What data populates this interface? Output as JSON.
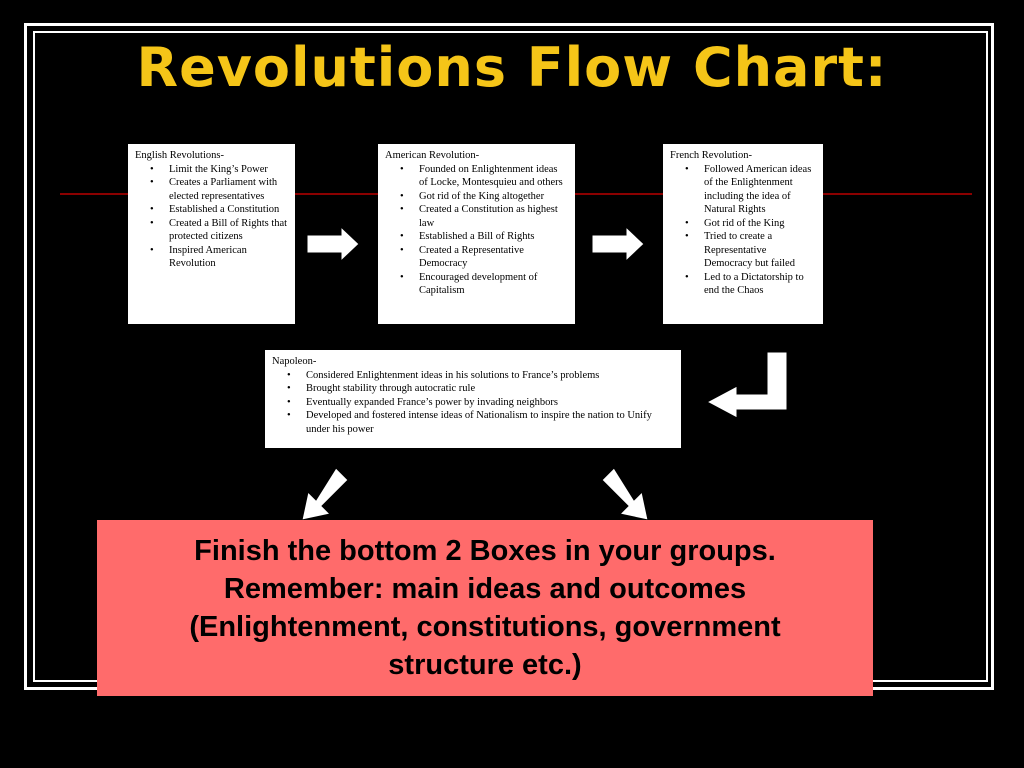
{
  "title": "Revolutions Flow Chart:",
  "boxes": {
    "english": {
      "heading": "English Revolutions-",
      "items": [
        "Limit the King’s Power",
        "Creates a Parliament with elected representatives",
        "Established a Constitution",
        "Created a Bill of Rights that protected citizens",
        "Inspired American Revolution"
      ]
    },
    "american": {
      "heading": "American Revolution-",
      "items": [
        "Founded on Enlightenment ideas of Locke, Montesquieu and others",
        "Got rid of the King altogether",
        "Created a Constitution as highest law",
        "Established a Bill of Rights",
        "Created a Representative Democracy",
        "Encouraged development of Capitalism"
      ]
    },
    "french": {
      "heading": "French Revolution-",
      "items": [
        "Followed American ideas of the Enlightenment including the idea of Natural Rights",
        "Got rid of the King",
        "Tried to create a Representative Democracy but failed",
        "Led to a Dictatorship to end the Chaos"
      ]
    },
    "napoleon": {
      "heading": "Napoleon-",
      "items": [
        "Considered Enlightenment ideas in his solutions to France’s problems",
        "Brought stability through autocratic rule",
        "Eventually expanded France’s power by invading neighbors",
        "Developed and fostered intense ideas of Nationalism to inspire the nation to Unify under his power"
      ]
    }
  },
  "note": {
    "lines": [
      "Finish the bottom 2 Boxes in your groups.",
      "Remember: main ideas and outcomes",
      "(Enlightenment, constitutions, government",
      "structure etc.)"
    ]
  },
  "colors": {
    "background": "#000000",
    "title": "#f5c518",
    "note_fill": "#ff6b6b",
    "rule": "#8b0000",
    "arrow": "#ffffff"
  }
}
